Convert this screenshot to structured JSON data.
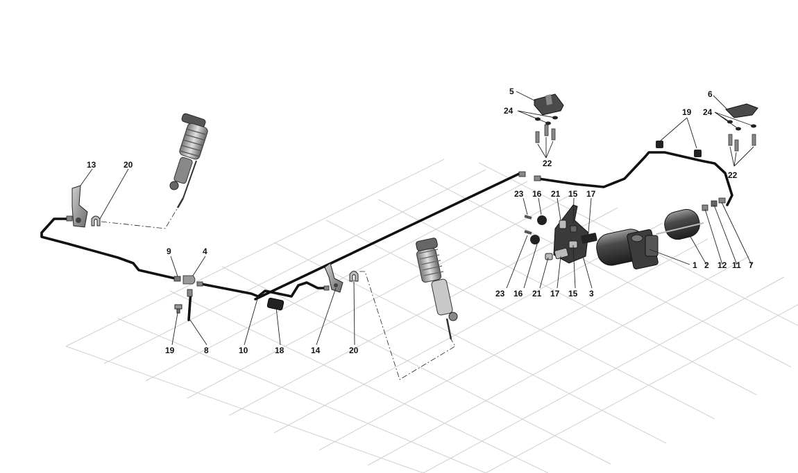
{
  "callouts": {
    "c5": "5",
    "c24a": "24",
    "c22a": "22",
    "c6": "6",
    "c19a": "19",
    "c24b": "24",
    "c22b": "22",
    "c13": "13",
    "c20a": "20",
    "c23a": "23",
    "c16a": "16",
    "c21a": "21",
    "c15a": "15",
    "c17a": "17",
    "c9": "9",
    "c4": "4",
    "c1": "1",
    "c2": "2",
    "c12": "12",
    "c11": "11",
    "c7": "7",
    "c23b": "23",
    "c16b": "16",
    "c21b": "21",
    "c17b": "17",
    "c15b": "15",
    "c3": "3",
    "c19b": "19",
    "c8": "8",
    "c10": "10",
    "c18": "18",
    "c14": "14",
    "c20b": "20"
  }
}
